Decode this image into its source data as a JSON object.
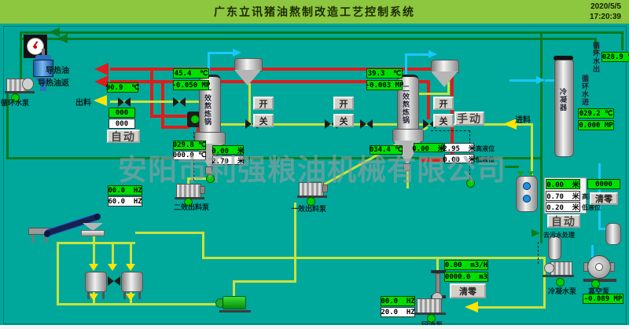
{
  "header": {
    "title": "广东立讯猪油熬制改造工艺控制系统",
    "date": "2020/5/5",
    "time": "17:20:39"
  },
  "watermark": "安阳市利强粮油机械有限公司",
  "colors": {
    "background": "#00a89b",
    "header": "#8dc63f",
    "display_green": "#00e000",
    "pipe_hot_oil": "#e01b1b",
    "pipe_product": "#c9e23d",
    "pipe_water": "#0a7a1e",
    "pipe_vapor": "#19c8ff"
  },
  "left": {
    "pump_label": "循环水泵",
    "oil_supply": "导热油",
    "oil_return": "导热油返",
    "temp": "90.9  ℃",
    "discharge": "出料",
    "val_green": "000",
    "val_white": "000",
    "auto": "自动"
  },
  "tank1": {
    "name": "一效熬炼锅",
    "temp": "45.4  ℃",
    "pressure": "-0.050 MP",
    "temp2": "029.8 ℃",
    "temp2_set": "000.0 ℃",
    "level": "0.00  米",
    "level_set": "2.70  米",
    "open": "开",
    "close": "关",
    "pump_freq": "00.0  HZ",
    "pump_freq_set": "60.0  HZ",
    "pump_label": "二效出料泵"
  },
  "mid": {
    "open": "开",
    "close": "关",
    "pump_label": "一效出料泵"
  },
  "tank2": {
    "name": "二效熬炼锅",
    "temp": "39.3  ℃",
    "pressure": "-0.003 MP",
    "temp2": "034.4 ℃",
    "level": "0.00  米",
    "high": "2.95  米",
    "high_label": "高液位",
    "low": "0.00  米",
    "low_label": "低液位",
    "open": "开",
    "close": "关",
    "manual": "手动",
    "feed": "进料"
  },
  "right_panel": {
    "level": "0.00  米",
    "high": "0.70  米",
    "high_label": "高液位",
    "low": "0.20  米",
    "low_label": "低液位",
    "auto": "自动",
    "counter": "0000",
    "clear": "清零",
    "waste": "去污水处理",
    "cond_pump": "冷凝水泵",
    "vac_pump": "真空泵",
    "vac_pressure": "-0.089 MP"
  },
  "condenser": {
    "name": "冷凝器",
    "water_out": "循环水出",
    "water_out_temp": "028.9 ℃",
    "water_in": "循环水进",
    "water_in_temp": "029.2 ℃",
    "water_in_pressure": "0.000 MP"
  },
  "bottom": {
    "flow_rate": "0.00  m3/H",
    "flow_total": "0000.0  m3",
    "clear": "清零",
    "pump_freq": "00.0  HZ",
    "pump_freq_set": "20.0  HZ",
    "pump_label": "回油泵"
  }
}
